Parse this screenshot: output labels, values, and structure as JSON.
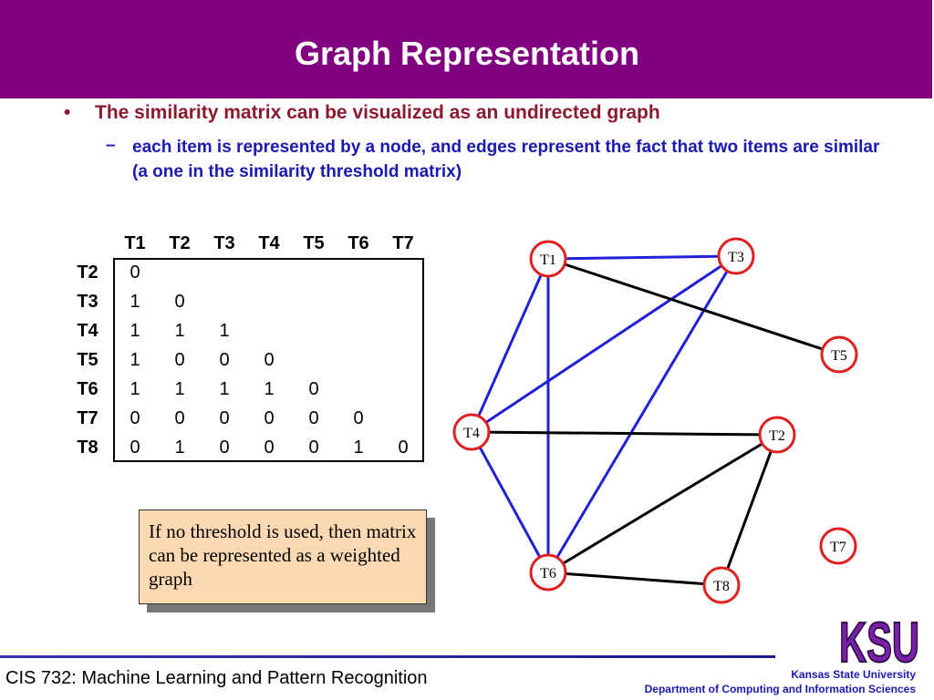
{
  "slide": {
    "title": "Graph Representation",
    "bullet_marker": "•",
    "bullet": "The similarity matrix can be visualized as an undirected graph",
    "dash_marker": "–",
    "sub_bullet": "each item is represented by a node, and edges represent the fact that two items are similar (a one in the similarity threshold matrix)"
  },
  "matrix": {
    "col_headers": [
      "T1",
      "T2",
      "T3",
      "T4",
      "T5",
      "T6",
      "T7"
    ],
    "rows": [
      {
        "label": "T2",
        "values": [
          "0"
        ]
      },
      {
        "label": "T3",
        "values": [
          "1",
          "0"
        ]
      },
      {
        "label": "T4",
        "values": [
          "1",
          "1",
          "1"
        ]
      },
      {
        "label": "T5",
        "values": [
          "1",
          "0",
          "0",
          "0"
        ]
      },
      {
        "label": "T6",
        "values": [
          "1",
          "1",
          "1",
          "1",
          "0"
        ]
      },
      {
        "label": "T7",
        "values": [
          "0",
          "0",
          "0",
          "0",
          "0",
          "0"
        ]
      },
      {
        "label": "T8",
        "values": [
          "0",
          "1",
          "0",
          "0",
          "0",
          "1",
          "0"
        ]
      }
    ]
  },
  "note": {
    "text": "If no threshold is used, then matrix can be represented as a weighted graph"
  },
  "graph": {
    "nodes": [
      "T1",
      "T2",
      "T3",
      "T4",
      "T5",
      "T6",
      "T7",
      "T8"
    ],
    "blue_edges": [
      [
        "T1",
        "T3"
      ],
      [
        "T1",
        "T4"
      ],
      [
        "T1",
        "T6"
      ],
      [
        "T3",
        "T4"
      ],
      [
        "T3",
        "T6"
      ],
      [
        "T4",
        "T6"
      ]
    ],
    "black_edges": [
      [
        "T1",
        "T5"
      ],
      [
        "T4",
        "T2"
      ],
      [
        "T2",
        "T6"
      ],
      [
        "T2",
        "T8"
      ],
      [
        "T6",
        "T8"
      ]
    ],
    "colors": {
      "node_border": "#e02020",
      "blue_edge": "#2020d8",
      "black_edge": "#000000"
    }
  },
  "footer": {
    "course": "CIS 732: Machine Learning and Pattern Recognition",
    "university": "Kansas State University",
    "department": "Department of Computing and Information Sciences",
    "logo_text": "KSU"
  },
  "colors": {
    "title_bar": "#800080",
    "bullet": "#8b1a2e",
    "sub_bullet": "#1a1ab0",
    "note_bg": "#fcd9b3"
  }
}
